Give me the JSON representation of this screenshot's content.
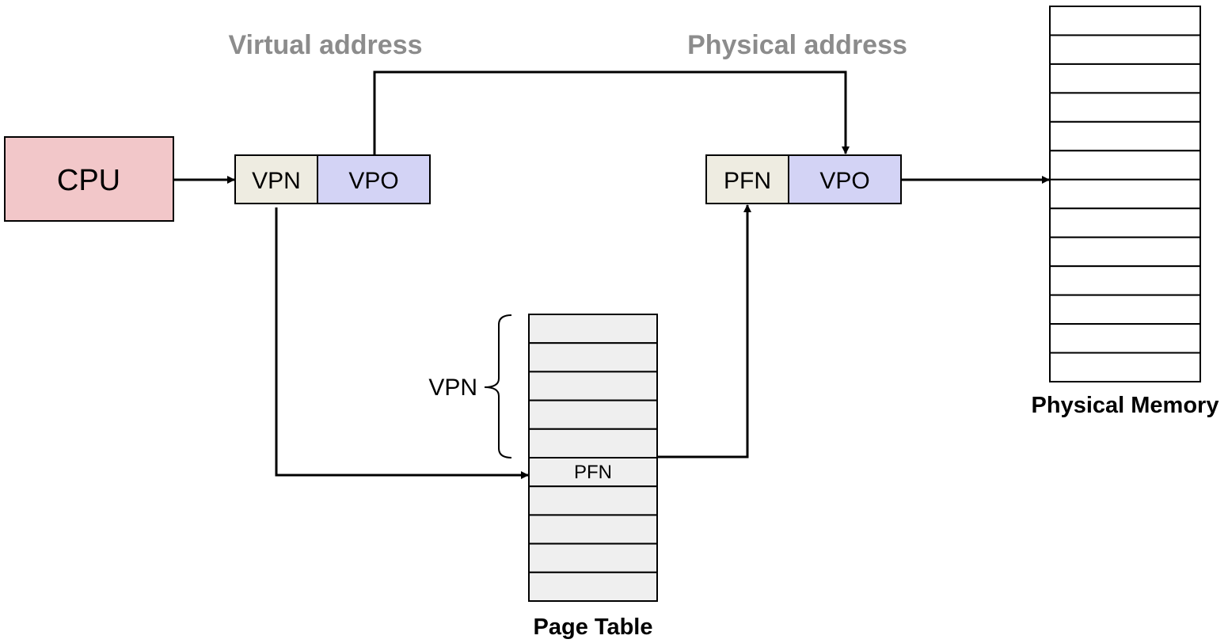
{
  "labels": {
    "virtual_address": "Virtual address",
    "physical_address": "Physical address",
    "page_table": "Page Table",
    "physical_memory": "Physical Memory",
    "vpn_brace": "VPN"
  },
  "cpu": {
    "label": "CPU"
  },
  "virtual_addr": {
    "vpn": "VPN",
    "vpo": "VPO"
  },
  "physical_addr": {
    "pfn": "PFN",
    "vpo": "VPO"
  },
  "page_table": {
    "entry_label": "PFN",
    "row_count": 10,
    "highlight_index": 5
  },
  "physical_memory": {
    "row_count": 13
  },
  "colors": {
    "cpu_fill": "#f2c7c9",
    "vpn_fill": "#eeece1",
    "vpo_fill": "#d3d3f5",
    "table_fill": "#efefef",
    "gray_label": "#8c8c8c"
  }
}
